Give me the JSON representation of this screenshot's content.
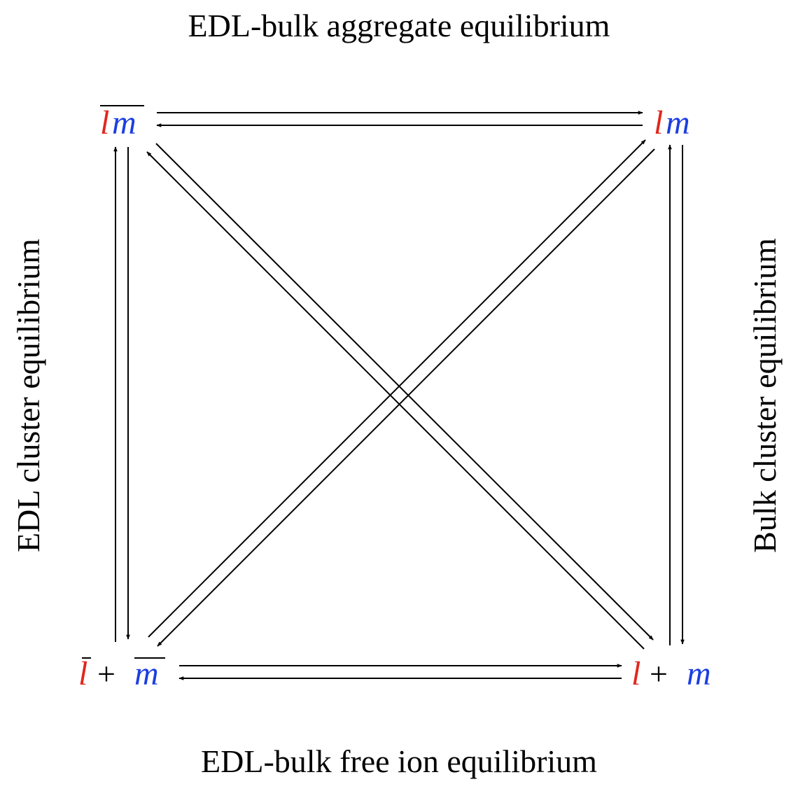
{
  "labels": {
    "top": "EDL-bulk aggregate equilibrium",
    "bottom": "EDL-bulk free ion equilibrium",
    "left": "EDL cluster equilibrium",
    "right": "Bulk cluster equilibrium"
  },
  "nodes": {
    "top_left": {
      "l": "l",
      "m": "m"
    },
    "top_right": {
      "l": "l",
      "m": "m"
    },
    "bottom_left": {
      "l": "l",
      "plus": "+",
      "m": "m"
    },
    "bottom_right": {
      "l": "l",
      "plus": "+",
      "m": "m"
    }
  },
  "colors": {
    "l": "#e0271f",
    "m": "#1b3ee0",
    "ink": "#000000"
  }
}
